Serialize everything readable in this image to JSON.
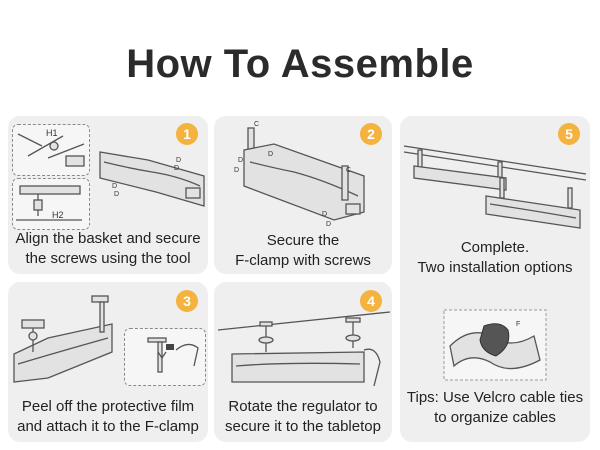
{
  "title": "How To Assemble",
  "steps": {
    "s1": {
      "badge": "1",
      "line1": "Align the basket and secure",
      "line2": "the screws using the tool",
      "labels": {
        "h1": "H1",
        "h2": "H2",
        "d": "D"
      }
    },
    "s2": {
      "badge": "2",
      "line1": "Secure the",
      "line2": "F-clamp with screws",
      "labels": {
        "c": "C",
        "d": "D"
      }
    },
    "s3": {
      "badge": "3",
      "line1": "Peel off the protective film",
      "line2": "and attach it to the F-clamp"
    },
    "s4": {
      "badge": "4",
      "line1": "Rotate the regulator to",
      "line2": "secure it to the tabletop"
    },
    "s5": {
      "badge": "5",
      "line1": "Complete.",
      "line2": "Two installation options",
      "tip1": "Tips: Use Velcro cable ties",
      "tip2": "to organize cables",
      "labels": {
        "f": "F"
      }
    }
  },
  "colors": {
    "badge": "#f4b23f",
    "card": "#efefef",
    "title": "#2b2b2b"
  }
}
